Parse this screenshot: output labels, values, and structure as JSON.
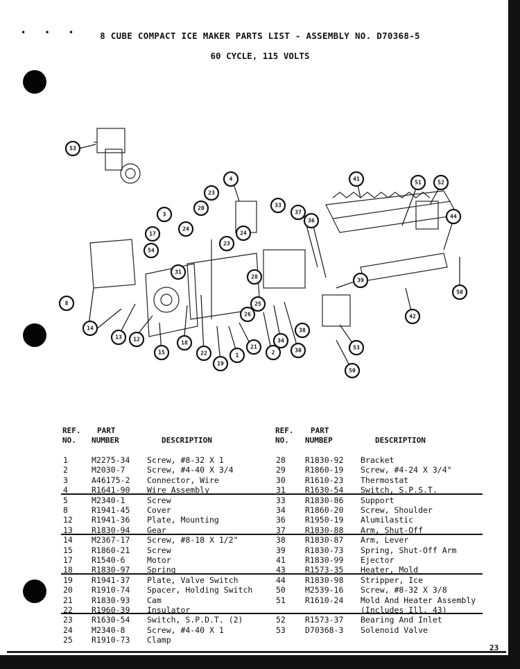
{
  "header": {
    "title": "8 CUBE COMPACT ICE MAKER PARTS LIST - ASSEMBLY NO. D70368-5",
    "subtitle": "60 CYCLE, 115 VOLTS",
    "dots": "• • •"
  },
  "diagram": {
    "callouts": [
      "53",
      "4",
      "23",
      "41",
      "51",
      "52",
      "33",
      "20",
      "24",
      "3",
      "37",
      "36",
      "44",
      "17",
      "23",
      "24",
      "54",
      "31",
      "28",
      "39",
      "50",
      "8",
      "25",
      "26",
      "14",
      "13",
      "12",
      "42",
      "15",
      "18",
      "22",
      "19",
      "1",
      "21",
      "2",
      "34",
      "30",
      "38",
      "53",
      "50"
    ]
  },
  "table": {
    "headers": {
      "ref_top": "REF.",
      "ref_bottom": "NO.",
      "part_top": "PART",
      "part_bottom": "NUMBER",
      "description": "DESCRIPTION",
      "ref_top_r": "REF.",
      "ref_bottom_r": "NO.",
      "part_top_r": "PART",
      "part_bottom_r": "NUMBEP",
      "description_r": "DESCRIPTION"
    },
    "rows": [
      {
        "ref": "1",
        "part": "M2275-34",
        "desc": "Screw, #8-32 X 1",
        "ref2": "28",
        "part2": "R1830-92",
        "desc2": "Bracket"
      },
      {
        "ref": "2",
        "part": "M2030-7",
        "desc": "Screw, #4-40 X 3/4",
        "ref2": "29",
        "part2": "R1860-19",
        "desc2": "Screw, #4-24 X 3/4\""
      },
      {
        "ref": "3",
        "part": "A46175-2",
        "desc": "Connector, Wire",
        "ref2": "30",
        "part2": "R1610-23",
        "desc2": "Thermostat"
      },
      {
        "ref": "4",
        "part": "R1641-90",
        "desc": "Wire Assembly",
        "ref2": "31",
        "part2": "R1630-54",
        "desc2": "Switch, S.P.S.T."
      },
      {
        "ref": "5",
        "part": "M2340-1",
        "desc": "Screw",
        "ref2": "33",
        "part2": "R1830-86",
        "desc2": "Support"
      },
      {
        "ref": "8",
        "part": "R1941-45",
        "desc": "Cover",
        "ref2": "34",
        "part2": "R1860-20",
        "desc2": "Screw, Shoulder"
      },
      {
        "ref": "12",
        "part": "R1941-36",
        "desc": "Plate, Mounting",
        "ref2": "36",
        "part2": "R1950-19",
        "desc2": "Alumilastic"
      },
      {
        "ref": "13",
        "part": "R1830-94",
        "desc": "Gear",
        "ref2": "37",
        "part2": "R1830-88",
        "desc2": "Arm, Shut-Off"
      },
      {
        "ref": "14",
        "part": "M2367-17",
        "desc": "Screw, #8-18 X 1/2\"",
        "ref2": "38",
        "part2": "R1830-87",
        "desc2": "Arm, Lever"
      },
      {
        "ref": "15",
        "part": "R1860-21",
        "desc": "Screw",
        "ref2": "39",
        "part2": "R1830-73",
        "desc2": "Spring, Shut-Off Arm"
      },
      {
        "ref": "17",
        "part": "R1540-6",
        "desc": "Motor",
        "ref2": "41",
        "part2": "R1830-99",
        "desc2": "Ejector"
      },
      {
        "ref": "18",
        "part": "R1830-97",
        "desc": "Spring",
        "ref2": "43",
        "part2": "R1573-35",
        "desc2": "Heater, Mold"
      },
      {
        "ref": "19",
        "part": "R1941-37",
        "desc": "Plate, Valve Switch",
        "ref2": "44",
        "part2": "R1830-98",
        "desc2": "Stripper, Ice"
      },
      {
        "ref": "20",
        "part": "R1910-74",
        "desc": "Spacer, Holding Switch",
        "ref2": "50",
        "part2": "M2539-16",
        "desc2": "Screw, #8-32 X 3/8"
      },
      {
        "ref": "21",
        "part": "R1830-93",
        "desc": "Cam",
        "ref2": "51",
        "part2": "R1610-24",
        "desc2": "Mold And Heater Assembly"
      },
      {
        "ref": "22",
        "part": "R1960-39",
        "desc": "Insulator",
        "ref2": "",
        "part2": "",
        "desc2": "(Includes Ill. 43)"
      },
      {
        "ref": "23",
        "part": "R1630-54",
        "desc": "Switch, S.P.D.T. (2)",
        "ref2": "52",
        "part2": "R1573-37",
        "desc2": "Bearing And Inlet"
      },
      {
        "ref": "24",
        "part": "M2340-8",
        "desc": "Screw, #4-40 X 1",
        "ref2": "53",
        "part2": "D70368-3",
        "desc2": "Solenoid Valve"
      },
      {
        "ref": "25",
        "part": "R1910-73",
        "desc": "Clamp",
        "ref2": "",
        "part2": "",
        "desc2": ""
      }
    ]
  },
  "footer": {
    "page_number": "23"
  }
}
